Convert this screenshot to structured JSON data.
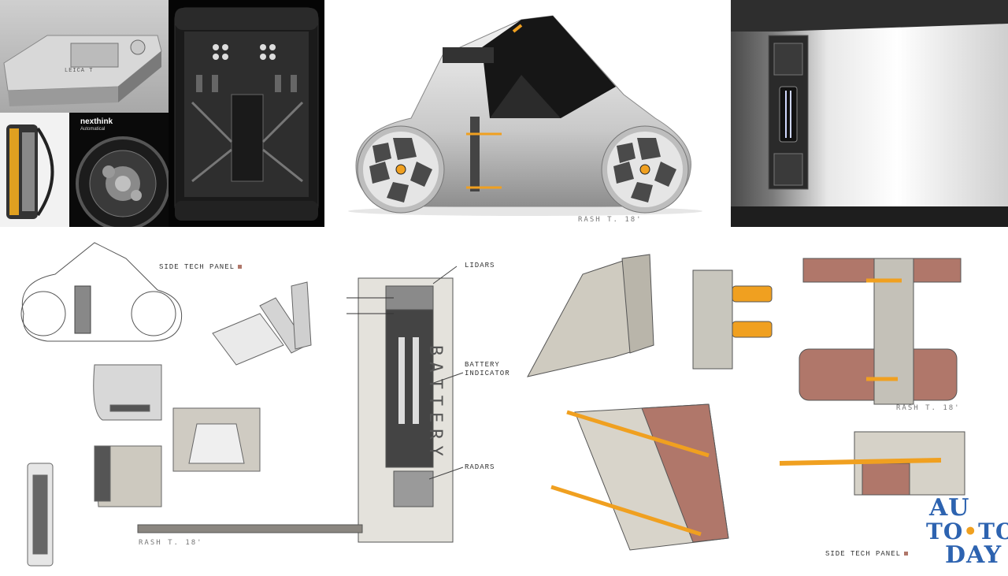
{
  "inspiration": {
    "camera_engraving": "LEICA T",
    "watch_brand": "nexthink",
    "watch_subtitle": "Automatical"
  },
  "render": {
    "signature": "RASH T. 18'"
  },
  "sketches": {
    "side_tech_panel_label": "SIDE TECH PANEL",
    "callouts": [
      "LIDARS",
      "BATTERY INDICATOR",
      "RADARS"
    ],
    "battery_text": "BATTERY",
    "signatures": [
      "RASH T. 18'",
      "RASH T. 18'"
    ]
  },
  "watermark": {
    "line1": "AU",
    "line2a": "TO",
    "line2b": "TO",
    "line3": "DAY",
    "colors": {
      "blue": "#2d63b0",
      "orange": "#f0a020"
    }
  },
  "colors": {
    "marker_orange": "#f0a020",
    "marker_red": "#b0776a",
    "marker_grey": "#b8b4a8"
  }
}
